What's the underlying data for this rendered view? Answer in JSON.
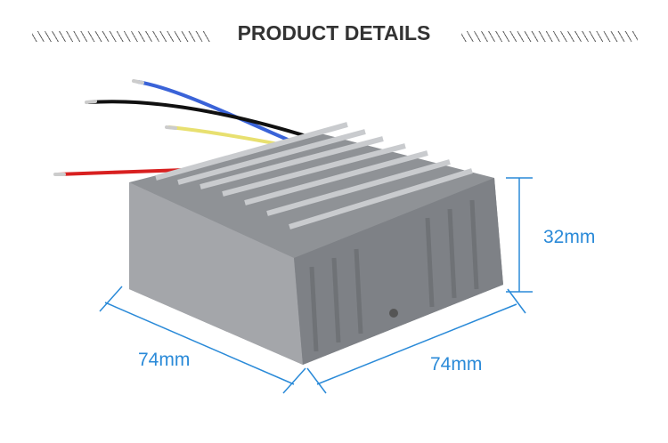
{
  "header": {
    "title": "PRODUCT DETAILS"
  },
  "dimensions": {
    "height": "32mm",
    "depth": "74mm",
    "width": "74mm"
  },
  "colors": {
    "dimension_line": "#2a8ad8",
    "title": "#333333",
    "housing": "#9a9ca0"
  },
  "wires": [
    "blue",
    "black",
    "yellow",
    "red"
  ]
}
